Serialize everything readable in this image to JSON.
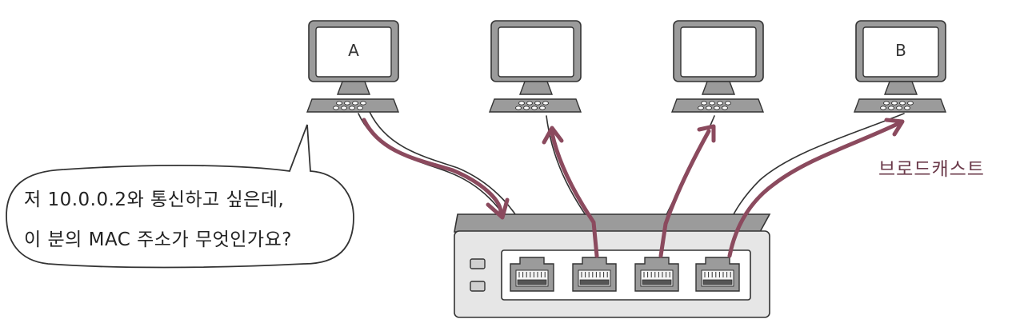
{
  "computers": [
    {
      "label": "A"
    },
    {
      "label": ""
    },
    {
      "label": ""
    },
    {
      "label": "B"
    }
  ],
  "speech": {
    "line1": "저 10.0.0.2와 통신하고 싶은데,",
    "line2": "이 분의 MAC 주소가 무엇인가요?"
  },
  "broadcast": {
    "label": "브로드캐스트"
  },
  "colors": {
    "arrow": "#8b4a5e",
    "label_text": "#6b3a4a",
    "device_gray": "#9b9b9b",
    "device_light": "#e8e8e8",
    "outline": "#333333"
  }
}
